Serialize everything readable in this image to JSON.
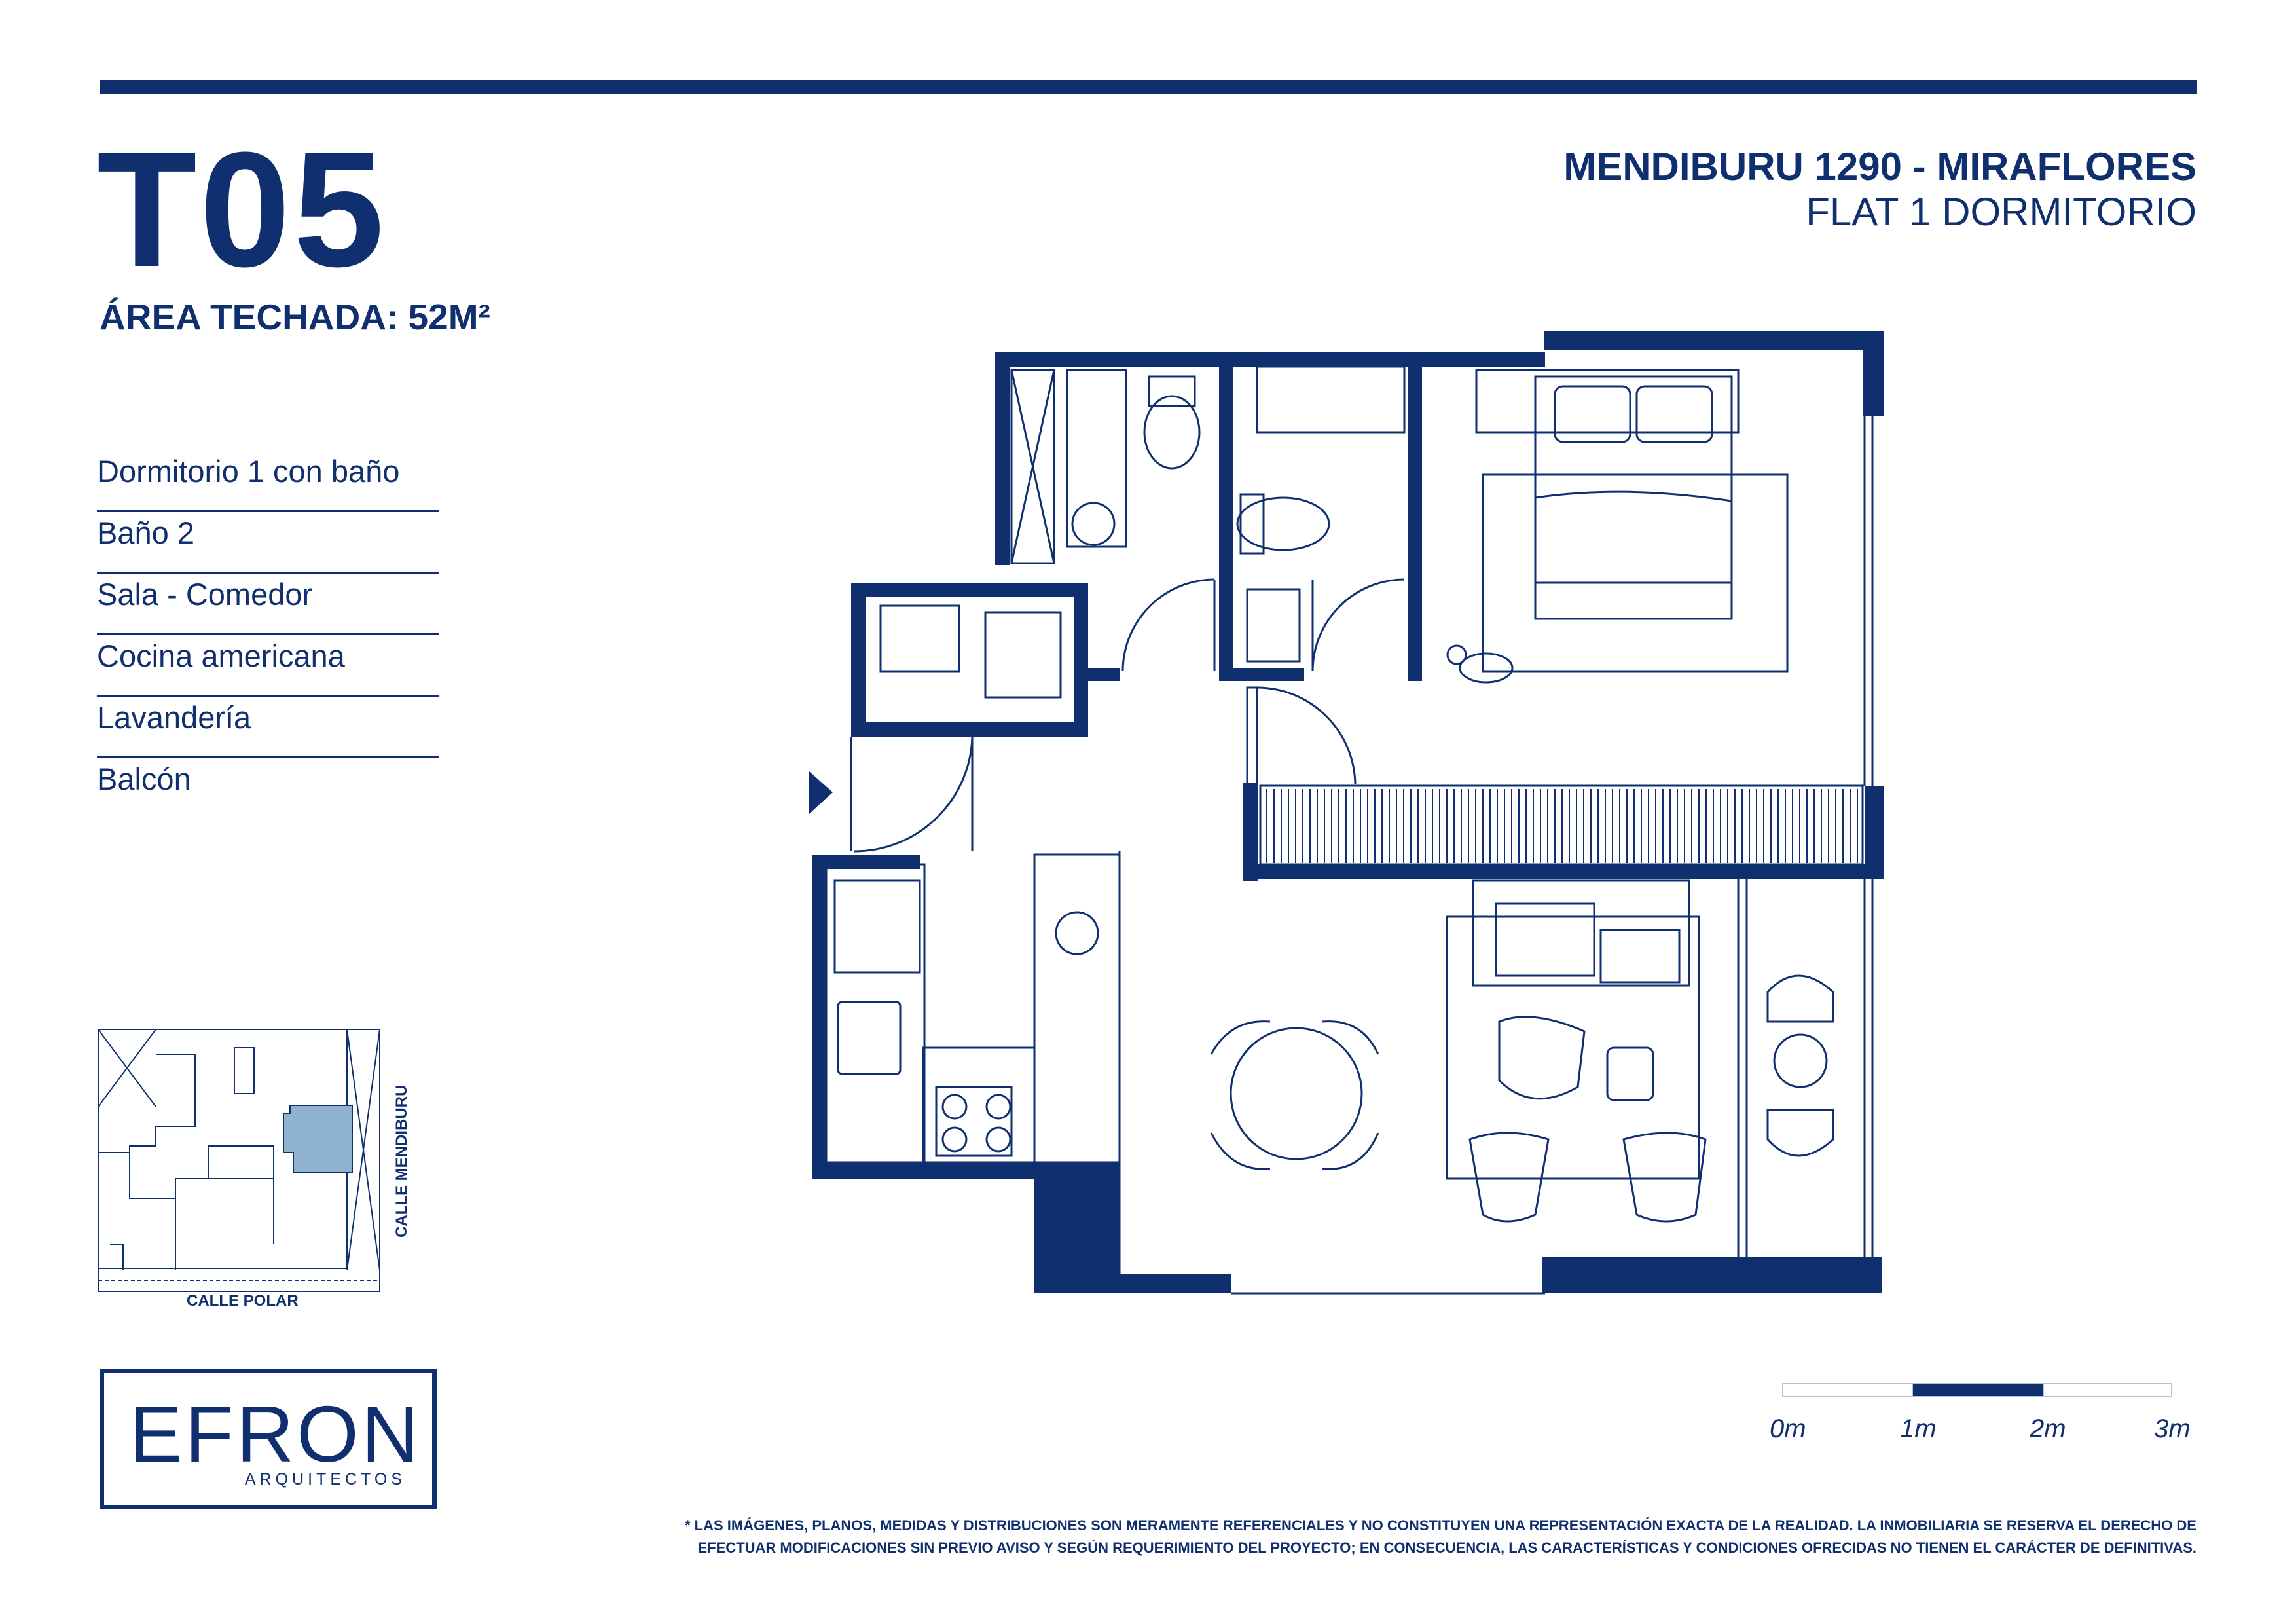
{
  "unit": {
    "code": "T05",
    "area": "ÁREA TECHADA: 52M²"
  },
  "project": {
    "name": "MENDIBURU 1290 - MIRAFLORES",
    "type": "FLAT 1 DORMITORIO"
  },
  "rooms": [
    "Dormitorio 1 con baño",
    "Baño 2",
    "Sala - Comedor",
    "Cocina americana",
    "Lavandería",
    "Balcón"
  ],
  "keyplan": {
    "street_bottom": "CALLE POLAR",
    "street_right": "CALLE MENDIBURU"
  },
  "logo": {
    "name": "EFRON",
    "subtitle": "ARQUITECTOS"
  },
  "scale": {
    "labels": [
      "0m",
      "1m",
      "2m",
      "3m"
    ]
  },
  "disclaimer": {
    "line1": "* LAS IMÁGENES, PLANOS, MEDIDAS Y DISTRIBUCIONES SON MERAMENTE REFERENCIALES Y NO CONSTITUYEN UNA REPRESENTACIÓN EXACTA DE LA REALIDAD. LA INMOBILIARIA SE RESERVA EL DERECHO DE",
    "line2": "EFECTUAR MODIFICACIONES SIN PREVIO AVISO Y SEGÚN REQUERIMIENTO DEL PROYECTO; EN CONSECUENCIA, LAS CARACTERÍSTICAS Y CONDICIONES OFRECIDAS NO TIENEN EL CARÁCTER DE DEFINITIVAS."
  },
  "colors": {
    "primary": "#0f2f6e",
    "highlight": "#8fb3cf",
    "line_light": "#b8c4da"
  }
}
